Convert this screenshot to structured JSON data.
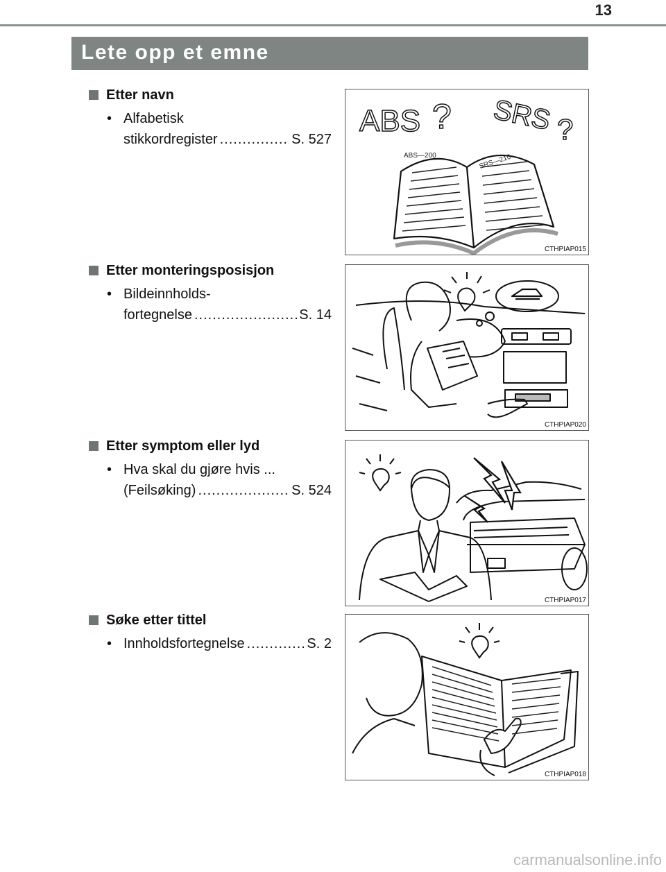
{
  "page_number": "13",
  "banner_title": "Lete opp et emne",
  "sections": [
    {
      "heading": "Etter navn",
      "item_lines": [
        "Alfabetisk"
      ],
      "item_leader_text": "stikkordregister",
      "item_ref": "S. 527",
      "figure_code": "CTHPIAP015",
      "figure_labels": [
        "ABS",
        "?",
        "SRS",
        "?",
        "ABS—200",
        "SRS—210"
      ]
    },
    {
      "heading": "Etter monteringsposisjon",
      "item_lines": [
        "Bildeinnholds-"
      ],
      "item_leader_text": "fortegnelse",
      "item_ref": "S. 14",
      "figure_code": "CTHPIAP020"
    },
    {
      "heading": "Etter symptom eller lyd",
      "item_lines": [
        "Hva skal du gjøre hvis ..."
      ],
      "item_leader_text": "(Feilsøking)",
      "item_ref": "S. 524",
      "figure_code": "CTHPIAP017"
    },
    {
      "heading": "Søke etter tittel",
      "item_lines": [],
      "item_leader_text": "Innholdsfortegnelse",
      "item_ref": "S. 2",
      "figure_code": "CTHPIAP018"
    }
  ],
  "watermark": "carmanualsonline.info",
  "colors": {
    "banner": "#7e8582",
    "rule": "#8a938f",
    "square": "#6f7572"
  }
}
